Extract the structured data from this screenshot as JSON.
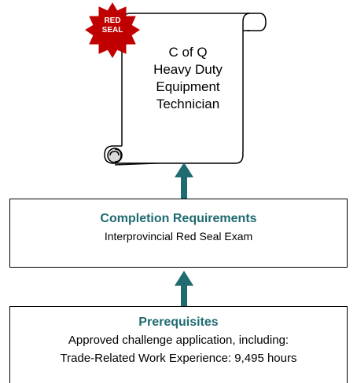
{
  "certificate": {
    "lines": [
      "C of Q",
      "Heavy Duty",
      "Equipment",
      "Technician"
    ]
  },
  "seal": {
    "lines": [
      "RED",
      "SEAL"
    ],
    "color": "#c00000"
  },
  "completion": {
    "title": "Completion Requirements",
    "text": "Interprovincial Red Seal Exam"
  },
  "prerequisites": {
    "title": "Prerequisites",
    "lines": [
      "Approved challenge application, including:",
      "Trade-Related Work Experience:  9,495 hours"
    ]
  },
  "colors": {
    "accent": "#1f6b70",
    "seal": "#c00000"
  }
}
